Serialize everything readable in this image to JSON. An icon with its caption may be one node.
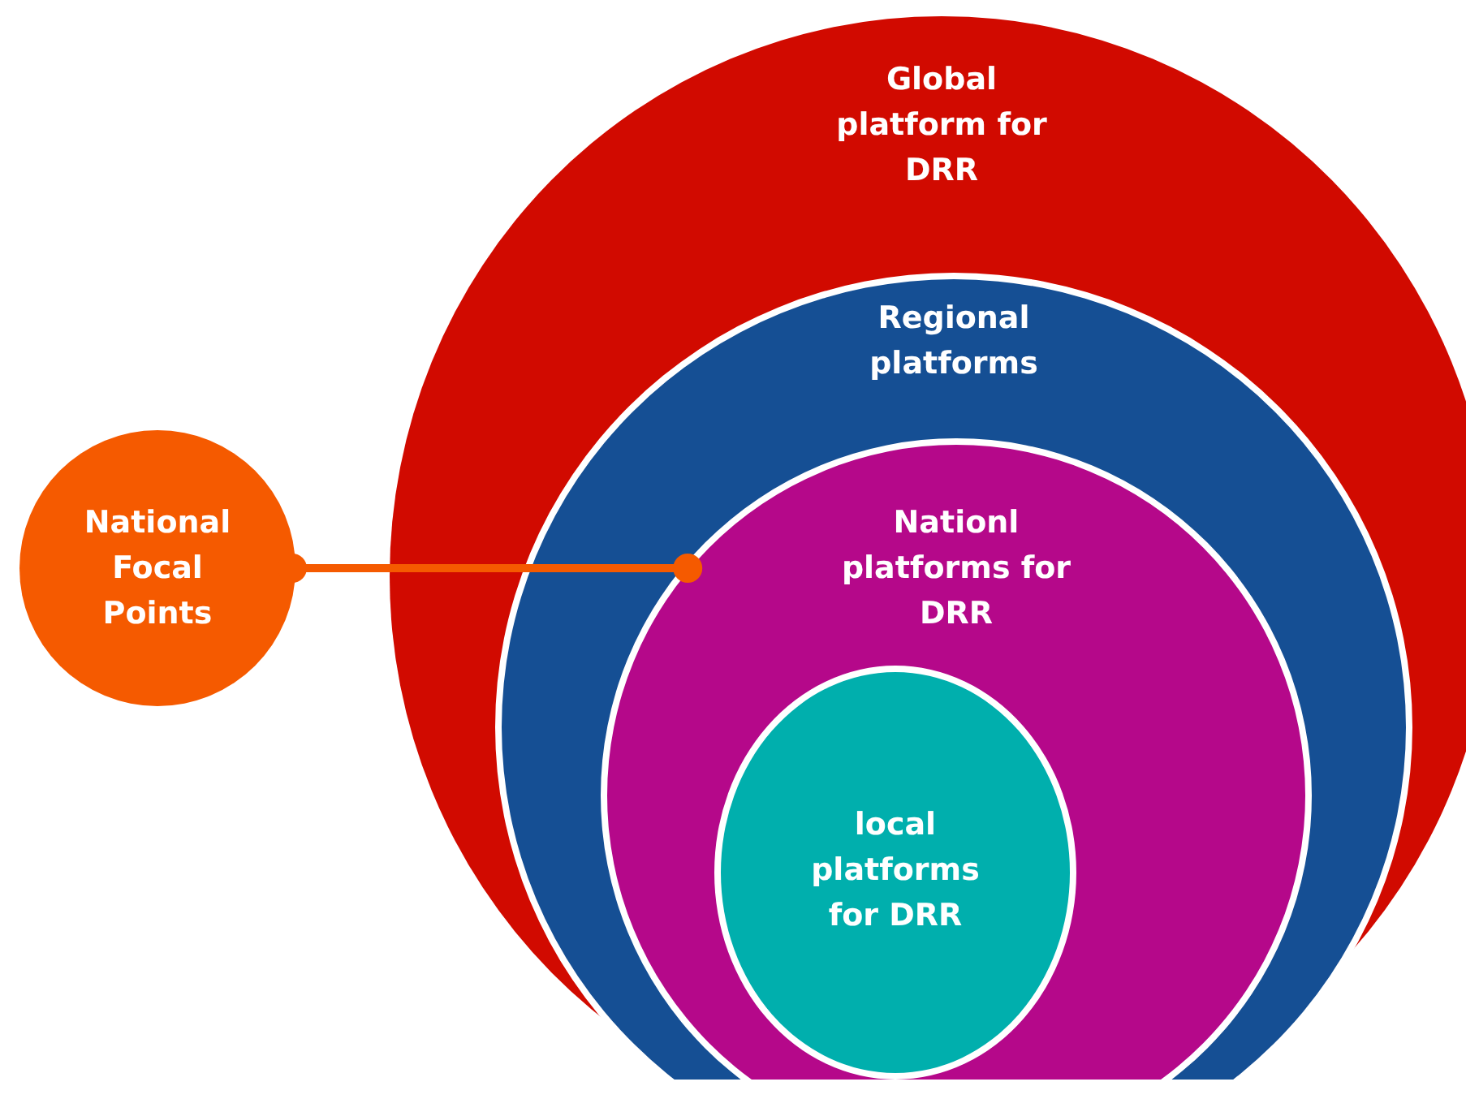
{
  "diagram": {
    "nodes": [
      {
        "text": [
          "Global platform for DRR"
        ]
      },
      {
        "text": [
          "Regional platforms"
        ],
        "in": 0
      },
      {
        "text": [
          "Nationl platforms for DRR"
        ],
        "in": 1
      },
      {
        "text": [
          "local platforms for DRR"
        ],
        "in": 2
      },
      {
        "text": [
          "National Focal Points"
        ]
      }
    ],
    "edges": [
      {
        "from": 4,
        "to": 2,
        "arrow": "other"
      }
    ]
  }
}
